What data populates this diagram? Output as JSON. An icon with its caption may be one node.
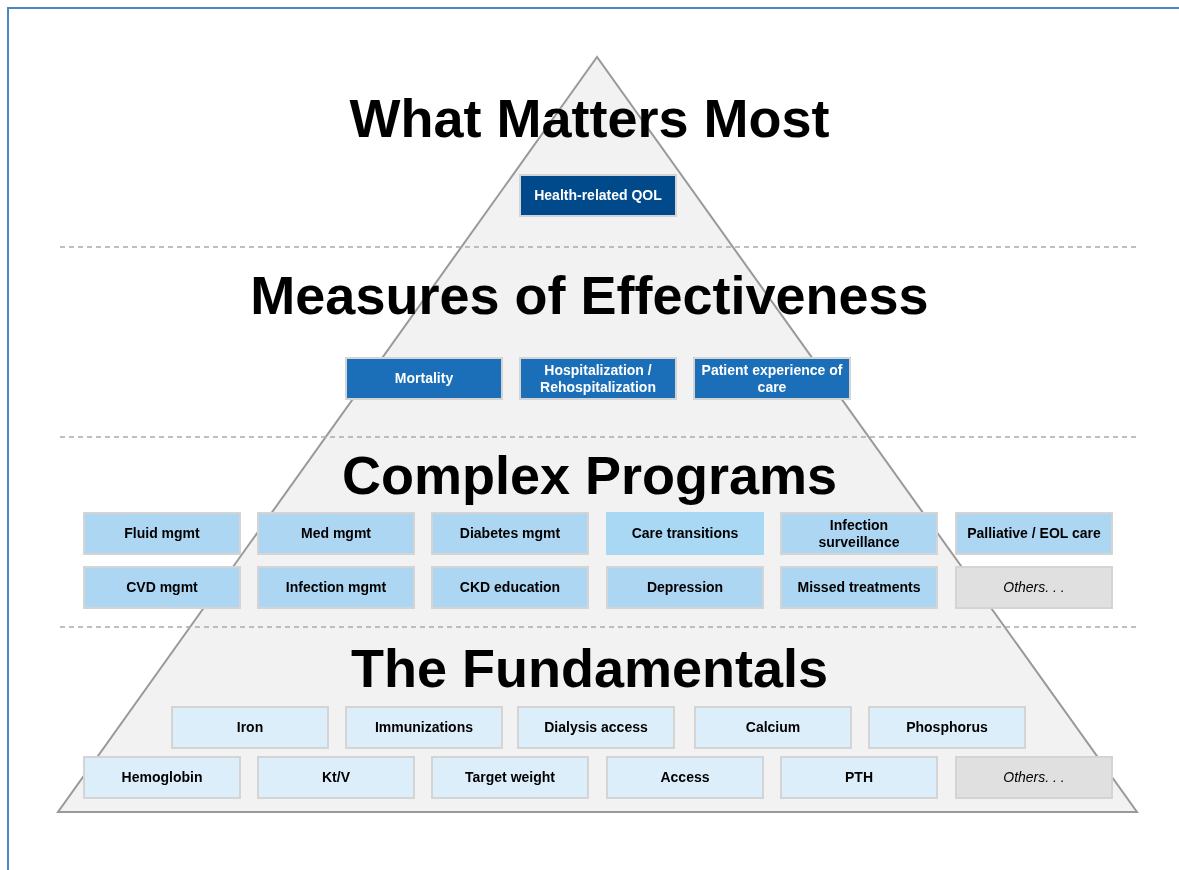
{
  "diagram": {
    "nodes": [
      {
        "text": [
          "Health-related QOL"
        ]
      },
      {
        "text": [
          "Mortality"
        ]
      },
      {
        "text": [
          "Hospitalization / Rehospitalization"
        ]
      },
      {
        "text": [
          "Patient experience of care"
        ]
      },
      {
        "text": [
          "Fluid mgmt"
        ]
      },
      {
        "text": [
          "Med mgmt"
        ]
      },
      {
        "text": [
          "Diabetes mgmt"
        ]
      },
      {
        "text": [
          "Care transitions"
        ]
      },
      {
        "text": [
          "Infection surveillance"
        ]
      },
      {
        "text": [
          "Palliative / EOL care"
        ]
      },
      {
        "text": [
          "CVD mgmt"
        ]
      },
      {
        "text": [
          "Infection mgmt"
        ]
      },
      {
        "text": [
          "CKD education"
        ]
      },
      {
        "text": [
          "Depression"
        ]
      },
      {
        "text": [
          "Missed treatments"
        ]
      },
      {
        "text": [
          "Others. . ."
        ]
      },
      {
        "text": [
          "Iron"
        ]
      },
      {
        "text": [
          "Immunizations"
        ]
      },
      {
        "text": [
          "Dialysis access"
        ]
      },
      {
        "text": [
          "Calcium"
        ]
      },
      {
        "text": [
          "Phosphorus"
        ]
      },
      {
        "text": [
          "Hemoglobin"
        ]
      },
      {
        "text": [
          "Kt/V"
        ]
      },
      {
        "text": [
          "Target weight"
        ]
      },
      {
        "text": [
          "Access"
        ]
      },
      {
        "text": [
          "PTH"
        ]
      },
      {
        "text": [
          "Others. . ."
        ]
      }
    ],
    "labels": [
      "What Matters Most",
      "Measures of Effectiveness",
      "Complex Programs",
      "The Fundamentals"
    ]
  }
}
